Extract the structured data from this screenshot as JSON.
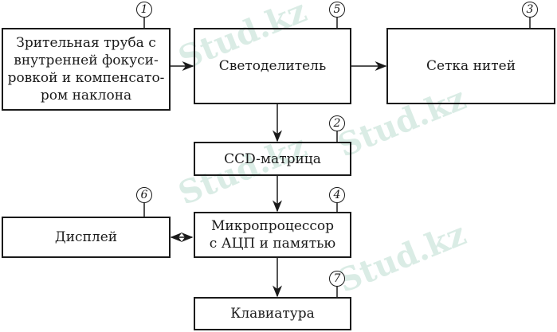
{
  "blocks": [
    {
      "num": "1",
      "label": "Зрительная труба с внутренней фокусировкой и компенсатором наклона",
      "lines": [
        "Зрительная труба с",
        "внутренней фокуси-",
        "ровкой и компенсато-",
        "ром наклона"
      ]
    },
    {
      "num": "5",
      "label": "Светоделитель"
    },
    {
      "num": "3",
      "label": "Сетка нитей"
    },
    {
      "num": "2",
      "label": "CCD-матрица"
    },
    {
      "num": "4",
      "label": "Микропроцессор с АЦП и памятью",
      "lines": [
        "Микропроцессор",
        "с АЦП и памятью"
      ]
    },
    {
      "num": "6",
      "label": "Дисплей"
    },
    {
      "num": "7",
      "label": "Клавиатура"
    }
  ],
  "watermark": "Stud.kz"
}
